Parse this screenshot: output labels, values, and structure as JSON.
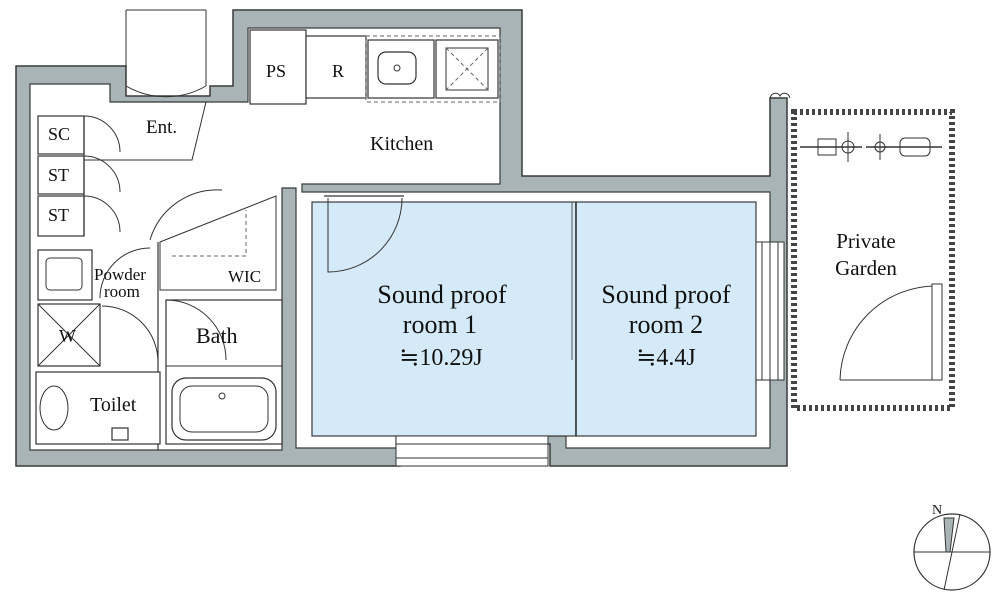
{
  "rooms": {
    "entrance": "Ent.",
    "kitchen": "Kitchen",
    "ps": "PS",
    "refrigerator": "R",
    "shoe_cabinet": "SC",
    "storage_1": "ST",
    "storage_2": "ST",
    "powder_room_line1": "Powder",
    "powder_room_line2": "room",
    "washer": "W",
    "toilet": "Toilet",
    "bath": "Bath",
    "wic": "WIC",
    "room1_line1": "Sound proof",
    "room1_line2": "room 1",
    "room1_size": "≒10.29J",
    "room2_line1": "Sound proof",
    "room2_line2": "room 2",
    "room2_size": "≒4.4J",
    "garden_line1": "Private",
    "garden_line2": "Garden"
  },
  "compass": {
    "north_label": "N"
  },
  "colors": {
    "wall": "#a9b4b6",
    "room_fill": "#d5eaf8",
    "outline": "#3a3a3a"
  }
}
